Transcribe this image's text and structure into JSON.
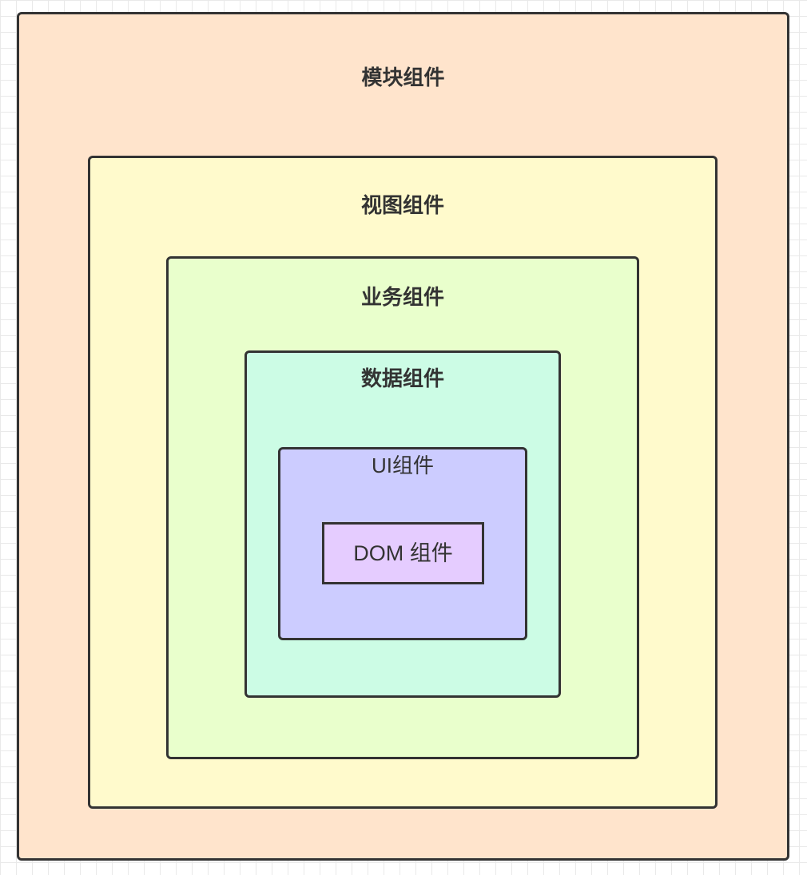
{
  "diagram": {
    "boxes": [
      {
        "id": "module",
        "label": "模块组件",
        "fill": "#ffe4cc"
      },
      {
        "id": "view",
        "label": "视图组件",
        "fill": "#fffacc"
      },
      {
        "id": "biz",
        "label": "业务组件",
        "fill": "#e9ffcc"
      },
      {
        "id": "data",
        "label": "数据组件",
        "fill": "#ccfce5"
      },
      {
        "id": "ui",
        "label": "UI组件",
        "fill": "#ccccff"
      },
      {
        "id": "dom",
        "label": "DOM 组件",
        "fill": "#e5ccff"
      }
    ],
    "border_color": "#333333",
    "grid": true
  }
}
